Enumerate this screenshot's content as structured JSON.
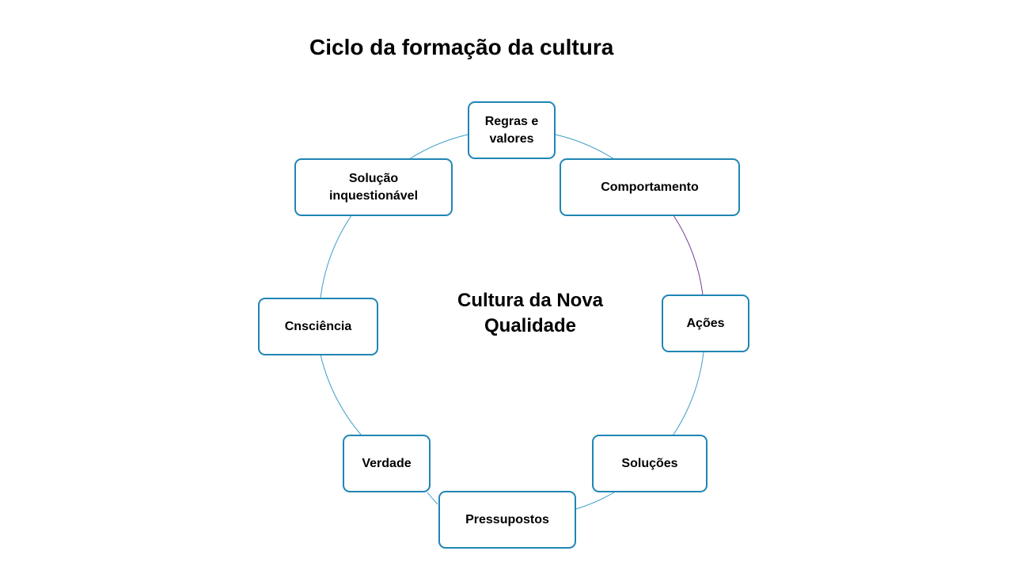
{
  "title": "Ciclo da formação da cultura",
  "center": {
    "line1": "Cultura da Nova",
    "line2": "Qualidade"
  },
  "colors": {
    "node_border": "#1f86b4",
    "ring": "#3a9cc4",
    "highlight_arc": "#7b3a96"
  },
  "nodes": [
    {
      "line1": "Regras e",
      "line2": "valores"
    },
    {
      "line1": "Comportamento",
      "line2": ""
    },
    {
      "line1": "Ações",
      "line2": ""
    },
    {
      "line1": "Soluções",
      "line2": ""
    },
    {
      "line1": "Pressupostos",
      "line2": ""
    },
    {
      "line1": "Verdade",
      "line2": ""
    },
    {
      "line1": "Cnsciência",
      "line2": ""
    },
    {
      "line1": "Solução",
      "line2": "inquestionável"
    }
  ]
}
